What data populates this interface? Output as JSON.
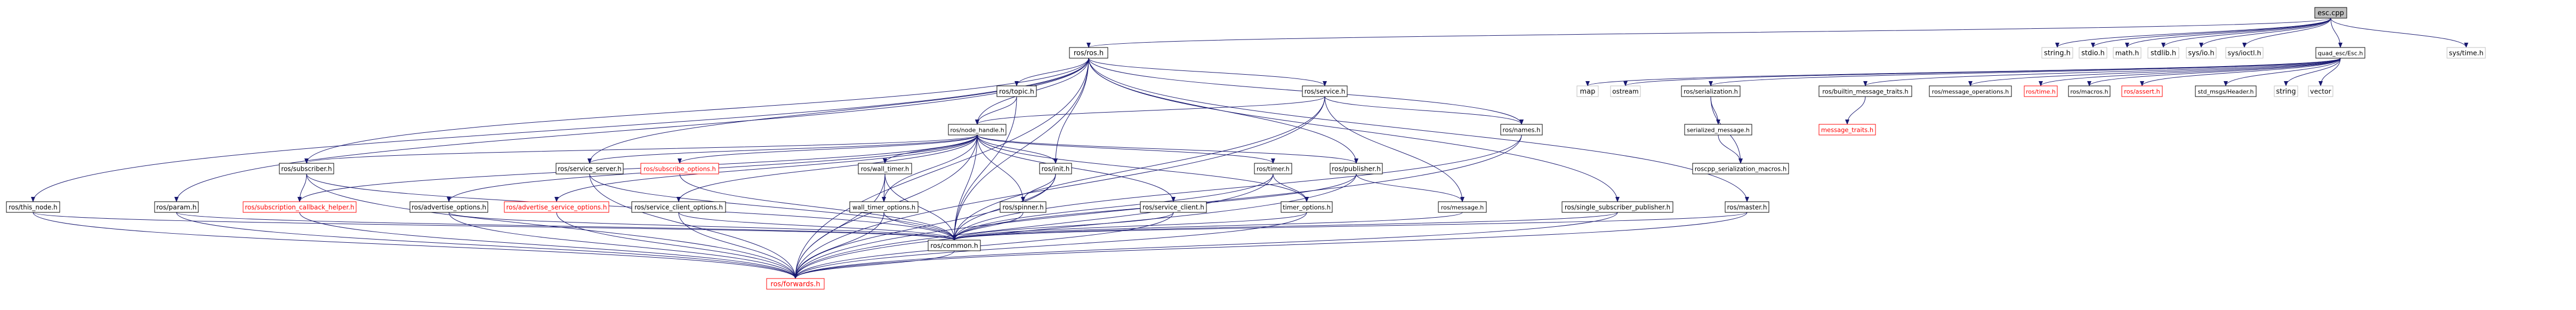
{
  "graph": {
    "colors": {
      "edge": "#191970",
      "box_border": "#000000",
      "box_fill": "#ffffff",
      "root_fill": "#bfbfbf",
      "missing_border": "#ff0000",
      "missing_text": "#ff0000",
      "external_border": "#bfbfbf",
      "text": "#000000"
    },
    "nodes": [
      {
        "id": "root",
        "label": "esc.cpp",
        "kind": "root"
      },
      {
        "id": "ros_h",
        "label": "ros/ros.h",
        "kind": "normal"
      },
      {
        "id": "string_h",
        "label": "string.h",
        "kind": "external"
      },
      {
        "id": "stdio_h",
        "label": "stdio.h",
        "kind": "external"
      },
      {
        "id": "math_h",
        "label": "math.h",
        "kind": "external"
      },
      {
        "id": "stdlib_h",
        "label": "stdlib.h",
        "kind": "external"
      },
      {
        "id": "sysio_h",
        "label": "sys/io.h",
        "kind": "external"
      },
      {
        "id": "sysioctl_h",
        "label": "sys/ioctl.h",
        "kind": "external"
      },
      {
        "id": "quad_esc_h",
        "label": "quad_esc/Esc.h",
        "kind": "normal"
      },
      {
        "id": "systime_h",
        "label": "sys/time.h",
        "kind": "external"
      },
      {
        "id": "topic_h",
        "label": "ros/topic.h",
        "kind": "normal"
      },
      {
        "id": "service_h",
        "label": "ros/service.h",
        "kind": "normal"
      },
      {
        "id": "map",
        "label": "map",
        "kind": "external"
      },
      {
        "id": "ostream",
        "label": "ostream",
        "kind": "external"
      },
      {
        "id": "serialization_h",
        "label": "ros/serialization.h",
        "kind": "normal"
      },
      {
        "id": "builtin_msg_traits_h",
        "label": "ros/builtin_message_traits.h",
        "kind": "normal"
      },
      {
        "id": "msg_operations_h",
        "label": "ros/message_operations.h",
        "kind": "normal"
      },
      {
        "id": "time_h",
        "label": "ros/time.h",
        "kind": "missing"
      },
      {
        "id": "macros_h",
        "label": "ros/macros.h",
        "kind": "normal"
      },
      {
        "id": "assert_h",
        "label": "ros/assert.h",
        "kind": "missing"
      },
      {
        "id": "std_header_h",
        "label": "std_msgs/Header.h",
        "kind": "normal"
      },
      {
        "id": "string",
        "label": "string",
        "kind": "external"
      },
      {
        "id": "vector",
        "label": "vector",
        "kind": "external"
      },
      {
        "id": "node_handle_h",
        "label": "ros/node_handle.h",
        "kind": "normal"
      },
      {
        "id": "names_h",
        "label": "ros/names.h",
        "kind": "normal"
      },
      {
        "id": "serialized_message_h",
        "label": "serialized_message.h",
        "kind": "normal"
      },
      {
        "id": "msg_traits_h",
        "label": "message_traits.h",
        "kind": "missing"
      },
      {
        "id": "subscriber_h",
        "label": "ros/subscriber.h",
        "kind": "normal"
      },
      {
        "id": "service_server_h",
        "label": "ros/service_server.h",
        "kind": "normal"
      },
      {
        "id": "subscribe_options_h",
        "label": "ros/subscribe_options.h",
        "kind": "missing"
      },
      {
        "id": "wall_timer_h",
        "label": "ros/wall_timer.h",
        "kind": "normal"
      },
      {
        "id": "init_h",
        "label": "ros/init.h",
        "kind": "normal"
      },
      {
        "id": "timer_h",
        "label": "ros/timer.h",
        "kind": "normal"
      },
      {
        "id": "publisher_h",
        "label": "ros/publisher.h",
        "kind": "normal"
      },
      {
        "id": "roscpp_ser_macros_h",
        "label": "roscpp_serialization_macros.h",
        "kind": "normal"
      },
      {
        "id": "this_node_h",
        "label": "ros/this_node.h",
        "kind": "normal"
      },
      {
        "id": "param_h",
        "label": "ros/param.h",
        "kind": "normal"
      },
      {
        "id": "sub_cb_helper_h",
        "label": "ros/subscription_callback_helper.h",
        "kind": "missing"
      },
      {
        "id": "advertise_options_h",
        "label": "ros/advertise_options.h",
        "kind": "normal"
      },
      {
        "id": "adv_service_options_h",
        "label": "ros/advertise_service_options.h",
        "kind": "missing"
      },
      {
        "id": "service_client_options_h",
        "label": "ros/service_client_options.h",
        "kind": "normal"
      },
      {
        "id": "wall_timer_options_h",
        "label": "wall_timer_options.h",
        "kind": "normal"
      },
      {
        "id": "spinner_h",
        "label": "ros/spinner.h",
        "kind": "normal"
      },
      {
        "id": "service_client_h",
        "label": "ros/service_client.h",
        "kind": "normal"
      },
      {
        "id": "timer_options_h",
        "label": "timer_options.h",
        "kind": "normal"
      },
      {
        "id": "message_h",
        "label": "ros/message.h",
        "kind": "normal"
      },
      {
        "id": "single_sub_pub_h",
        "label": "ros/single_subscriber_publisher.h",
        "kind": "normal"
      },
      {
        "id": "master_h",
        "label": "ros/master.h",
        "kind": "normal"
      },
      {
        "id": "common_h",
        "label": "ros/common.h",
        "kind": "normal"
      },
      {
        "id": "forwards_h",
        "label": "ros/forwards.h",
        "kind": "missing"
      }
    ],
    "edges": [
      [
        "root",
        "ros_h"
      ],
      [
        "root",
        "string_h"
      ],
      [
        "root",
        "stdio_h"
      ],
      [
        "root",
        "math_h"
      ],
      [
        "root",
        "stdlib_h"
      ],
      [
        "root",
        "sysio_h"
      ],
      [
        "root",
        "sysioctl_h"
      ],
      [
        "root",
        "quad_esc_h"
      ],
      [
        "root",
        "systime_h"
      ],
      [
        "ros_h",
        "topic_h"
      ],
      [
        "ros_h",
        "service_h"
      ],
      [
        "ros_h",
        "node_handle_h"
      ],
      [
        "ros_h",
        "names_h"
      ],
      [
        "ros_h",
        "init_h"
      ],
      [
        "ros_h",
        "subscriber_h"
      ],
      [
        "ros_h",
        "publisher_h"
      ],
      [
        "ros_h",
        "service_server_h"
      ],
      [
        "ros_h",
        "single_sub_pub_h"
      ],
      [
        "ros_h",
        "this_node_h"
      ],
      [
        "ros_h",
        "param_h"
      ],
      [
        "ros_h",
        "master_h"
      ],
      [
        "ros_h",
        "common_h"
      ],
      [
        "ros_h",
        "forwards_h"
      ],
      [
        "topic_h",
        "node_handle_h"
      ],
      [
        "topic_h",
        "common_h"
      ],
      [
        "service_h",
        "node_handle_h"
      ],
      [
        "service_h",
        "names_h"
      ],
      [
        "service_h",
        "common_h"
      ],
      [
        "service_h",
        "message_h"
      ],
      [
        "service_h",
        "forwards_h"
      ],
      [
        "quad_esc_h",
        "map"
      ],
      [
        "quad_esc_h",
        "ostream"
      ],
      [
        "quad_esc_h",
        "serialization_h"
      ],
      [
        "quad_esc_h",
        "builtin_msg_traits_h"
      ],
      [
        "quad_esc_h",
        "msg_operations_h"
      ],
      [
        "quad_esc_h",
        "time_h"
      ],
      [
        "quad_esc_h",
        "macros_h"
      ],
      [
        "quad_esc_h",
        "assert_h"
      ],
      [
        "quad_esc_h",
        "std_header_h"
      ],
      [
        "quad_esc_h",
        "string"
      ],
      [
        "quad_esc_h",
        "vector"
      ],
      [
        "serialization_h",
        "serialized_message_h"
      ],
      [
        "serialization_h",
        "roscpp_ser_macros_h"
      ],
      [
        "serialized_message_h",
        "roscpp_ser_macros_h"
      ],
      [
        "builtin_msg_traits_h",
        "msg_traits_h"
      ],
      [
        "node_handle_h",
        "subscriber_h"
      ],
      [
        "node_handle_h",
        "service_server_h"
      ],
      [
        "node_handle_h",
        "subscribe_options_h"
      ],
      [
        "node_handle_h",
        "wall_timer_h"
      ],
      [
        "node_handle_h",
        "init_h"
      ],
      [
        "node_handle_h",
        "timer_h"
      ],
      [
        "node_handle_h",
        "publisher_h"
      ],
      [
        "node_handle_h",
        "advertise_options_h"
      ],
      [
        "node_handle_h",
        "adv_service_options_h"
      ],
      [
        "node_handle_h",
        "service_client_options_h"
      ],
      [
        "node_handle_h",
        "service_client_h"
      ],
      [
        "node_handle_h",
        "spinner_h"
      ],
      [
        "node_handle_h",
        "sub_cb_helper_h"
      ],
      [
        "node_handle_h",
        "wall_timer_options_h"
      ],
      [
        "node_handle_h",
        "timer_options_h"
      ],
      [
        "node_handle_h",
        "common_h"
      ],
      [
        "node_handle_h",
        "forwards_h"
      ],
      [
        "names_h",
        "forwards_h"
      ],
      [
        "names_h",
        "common_h"
      ],
      [
        "subscriber_h",
        "sub_cb_helper_h"
      ],
      [
        "subscriber_h",
        "common_h"
      ],
      [
        "subscriber_h",
        "forwards_h"
      ],
      [
        "service_server_h",
        "common_h"
      ],
      [
        "service_server_h",
        "forwards_h"
      ],
      [
        "subscribe_options_h",
        "common_h"
      ],
      [
        "wall_timer_h",
        "wall_timer_options_h"
      ],
      [
        "wall_timer_h",
        "common_h"
      ],
      [
        "wall_timer_h",
        "forwards_h"
      ],
      [
        "init_h",
        "spinner_h"
      ],
      [
        "init_h",
        "common_h"
      ],
      [
        "init_h",
        "forwards_h"
      ],
      [
        "timer_h",
        "timer_options_h"
      ],
      [
        "timer_h",
        "common_h"
      ],
      [
        "timer_h",
        "forwards_h"
      ],
      [
        "publisher_h",
        "message_h"
      ],
      [
        "publisher_h",
        "common_h"
      ],
      [
        "publisher_h",
        "forwards_h"
      ],
      [
        "this_node_h",
        "common_h"
      ],
      [
        "this_node_h",
        "forwards_h"
      ],
      [
        "param_h",
        "common_h"
      ],
      [
        "param_h",
        "forwards_h"
      ],
      [
        "sub_cb_helper_h",
        "forwards_h"
      ],
      [
        "advertise_options_h",
        "common_h"
      ],
      [
        "advertise_options_h",
        "forwards_h"
      ],
      [
        "adv_service_options_h",
        "forwards_h"
      ],
      [
        "service_client_options_h",
        "common_h"
      ],
      [
        "service_client_options_h",
        "forwards_h"
      ],
      [
        "wall_timer_options_h",
        "common_h"
      ],
      [
        "wall_timer_options_h",
        "forwards_h"
      ],
      [
        "spinner_h",
        "common_h"
      ],
      [
        "service_client_h",
        "common_h"
      ],
      [
        "service_client_h",
        "forwards_h"
      ],
      [
        "timer_options_h",
        "common_h"
      ],
      [
        "timer_options_h",
        "forwards_h"
      ],
      [
        "message_h",
        "common_h"
      ],
      [
        "single_sub_pub_h",
        "common_h"
      ],
      [
        "single_sub_pub_h",
        "forwards_h"
      ],
      [
        "master_h",
        "common_h"
      ],
      [
        "master_h",
        "forwards_h"
      ],
      [
        "common_h",
        "forwards_h"
      ]
    ]
  }
}
